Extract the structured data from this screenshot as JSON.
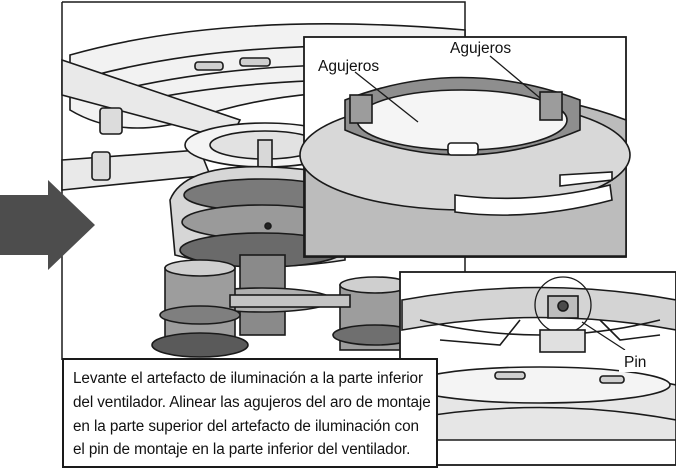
{
  "labels": {
    "holes_left": "Agujeros",
    "holes_right": "Agujeros",
    "pin": "Pin"
  },
  "caption": {
    "lines": [
      "Levante el artefacto de iluminación a la parte inferior",
      "del ventilador. Alinear las agujeros del aro de montaje",
      "en la parte superior del artefacto de iluminación con",
      "el pin de montaje en la parte inferior del ventilador."
    ]
  },
  "colors": {
    "arrow": "#4d4d4d",
    "outline": "#1a1a1a",
    "light_gray": "#ececec",
    "mid_gray": "#bdbdbd",
    "dark_gray": "#6d6d6d"
  }
}
